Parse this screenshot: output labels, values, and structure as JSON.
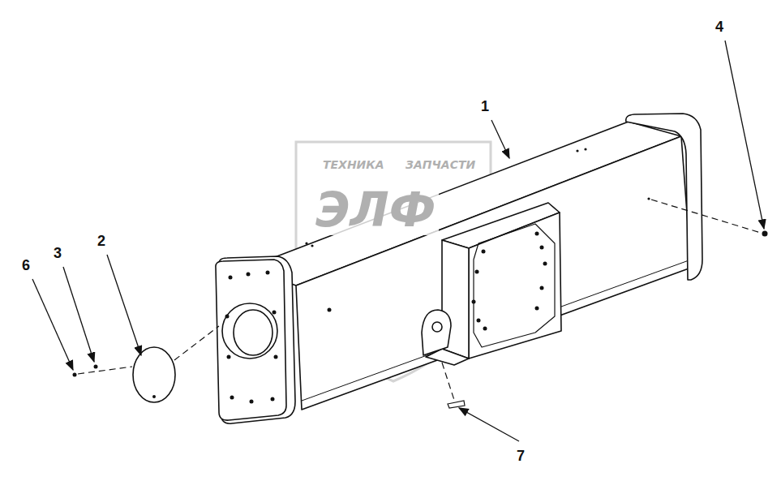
{
  "diagram": {
    "labels": [
      "1",
      "2",
      "3",
      "4",
      "6",
      "7",
      "ТЕХНИКА",
      "ЗАПЧАСТИ",
      "ЭЛФ"
    ]
  }
}
